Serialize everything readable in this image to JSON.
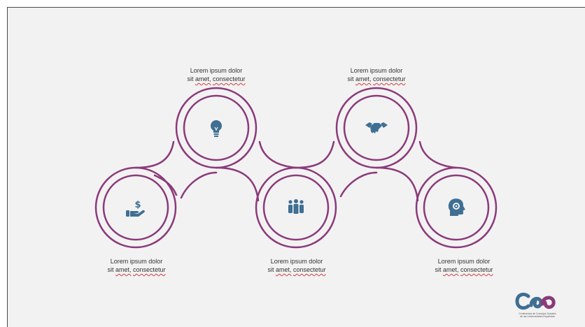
{
  "slide": {
    "steps": [
      {
        "id": "finance",
        "icon": "money-hand-icon",
        "line1": "Lorem ipsum dolor",
        "line2_word1": "sit",
        "line2_word2": "amet,",
        "line2_word3": "consectetur"
      },
      {
        "id": "idea",
        "icon": "lightbulb-icon",
        "line1": "Lorem ipsum dolor",
        "line2_word1": "sit",
        "line2_word2": "amet,",
        "line2_word3": "consectetur"
      },
      {
        "id": "team",
        "icon": "team-icon",
        "line1": "Lorem ipsum dolor",
        "line2_word1": "sit",
        "line2_word2": "amet,",
        "line2_word3": "consectetur"
      },
      {
        "id": "agreement",
        "icon": "handshake-icon",
        "line1": "Lorem ipsum dolor",
        "line2_word1": "sit",
        "line2_word2": "amet,",
        "line2_word3": "consectetur"
      },
      {
        "id": "thinking",
        "icon": "head-gear-icon",
        "line1": "Lorem ipsum dolor",
        "line2_word1": "sit",
        "line2_word2": "amet,",
        "line2_word3": "consectetur"
      }
    ],
    "colors": {
      "ring": "#8b3a7a",
      "icon": "#3f6f92",
      "background": "#f2f2f2",
      "logo_blue": "#3f6f92",
      "logo_purple": "#8b3a7a"
    }
  },
  "logo": {
    "caption_line1": "Conferencia de Consejos Sociales",
    "caption_line2": "de las Universidades Españolas"
  }
}
